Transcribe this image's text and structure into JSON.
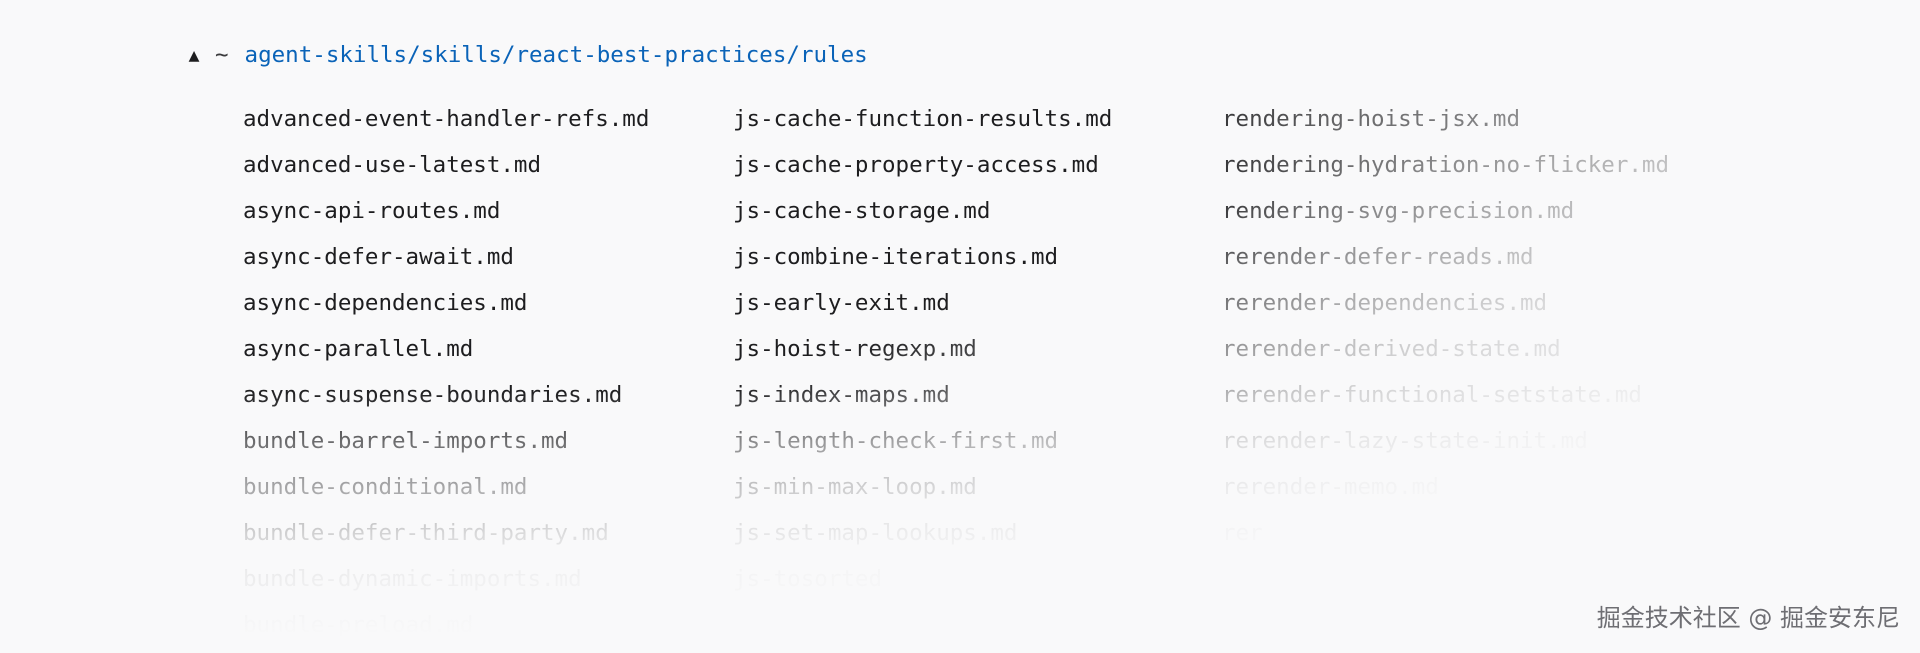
{
  "prompt": {
    "glyph": "▲",
    "tilde": "~",
    "path": "agent-skills/skills/react-best-practices/rules"
  },
  "listing": {
    "columns": [
      [
        "advanced-event-handler-refs.md",
        "advanced-use-latest.md",
        "async-api-routes.md",
        "async-defer-await.md",
        "async-dependencies.md",
        "async-parallel.md",
        "async-suspense-boundaries.md",
        "bundle-barrel-imports.md",
        "bundle-conditional.md",
        "bundle-defer-third-party.md",
        "bundle-dynamic-imports.md",
        "bundle-preload.md"
      ],
      [
        "js-cache-function-results.md",
        "js-cache-property-access.md",
        "js-cache-storage.md",
        "js-combine-iterations.md",
        "js-early-exit.md",
        "js-hoist-regexp.md",
        "js-index-maps.md",
        "js-length-check-first.md",
        "js-min-max-loop.md",
        "js-set-map-lookups.md",
        "js-tosorted"
      ],
      [
        "rendering-hoist-jsx.md",
        "rendering-hydration-no-flicker.md",
        "rendering-svg-precision.md",
        "rerender-defer-reads.md",
        "rerender-dependencies.md",
        "rerender-derived-state.md",
        "rerender-functional-setstate.md",
        "rerender-lazy-state-init.md",
        "rerender-memo.md",
        "rer"
      ]
    ]
  },
  "watermark": "掘金技术社区 @ 掘金安东尼"
}
